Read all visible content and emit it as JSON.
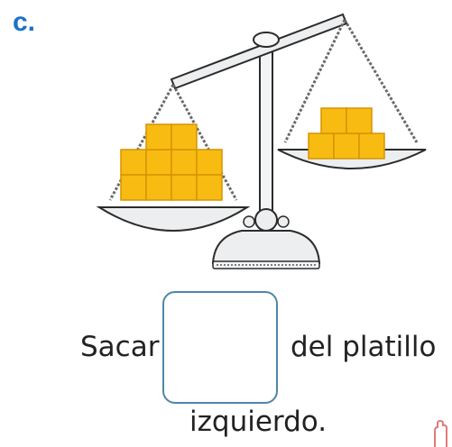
{
  "exercise": {
    "label": "c."
  },
  "scale": {
    "left_pan_blocks": 10,
    "right_pan_blocks": 5,
    "heavier_side": "left"
  },
  "sentence": {
    "part1": "Sacar",
    "part2": "del platillo",
    "part3": "izquierdo."
  },
  "answer_box": {
    "value": ""
  },
  "colors": {
    "label": "#1a73c8",
    "block_fill": "#f8bb12",
    "block_edge": "#d59400",
    "box_border": "#4f86a6",
    "pan": "#eceeef",
    "outline": "#2b2b2b",
    "hand": "#e07b7b"
  },
  "icons": [
    "scale-icon",
    "hand-icon"
  ]
}
